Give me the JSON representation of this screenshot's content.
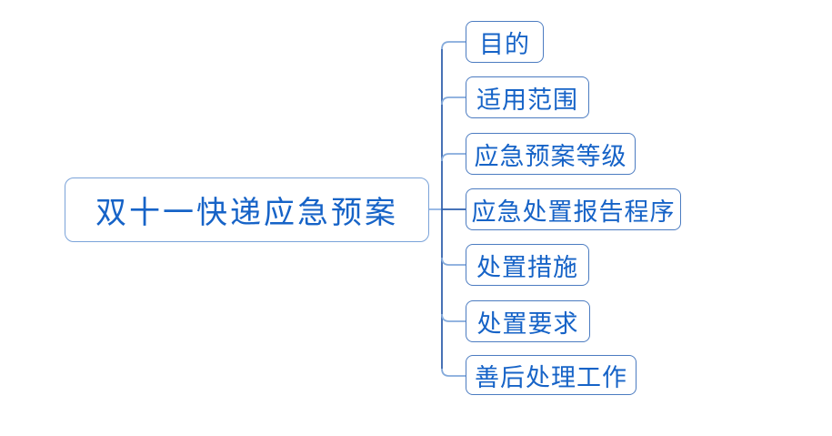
{
  "diagram": {
    "type": "mindmap",
    "root": {
      "label": "双十一快递应急预案"
    },
    "children": [
      {
        "label": "目的"
      },
      {
        "label": "适用范围"
      },
      {
        "label": "应急预案等级"
      },
      {
        "label": "应急处置报告程序"
      },
      {
        "label": "处置措施"
      },
      {
        "label": "处置要求"
      },
      {
        "label": "善后处理工作"
      }
    ],
    "colors": {
      "background": "#ffffff",
      "text": "#1663c7",
      "root_border": "#7ba3d9",
      "child_border": "#4c7cc1",
      "connector_light": "#84aadb",
      "connector_dark": "#2d5fae",
      "connector_stub": "#8fb3e3",
      "spine": "#3463ad"
    }
  }
}
